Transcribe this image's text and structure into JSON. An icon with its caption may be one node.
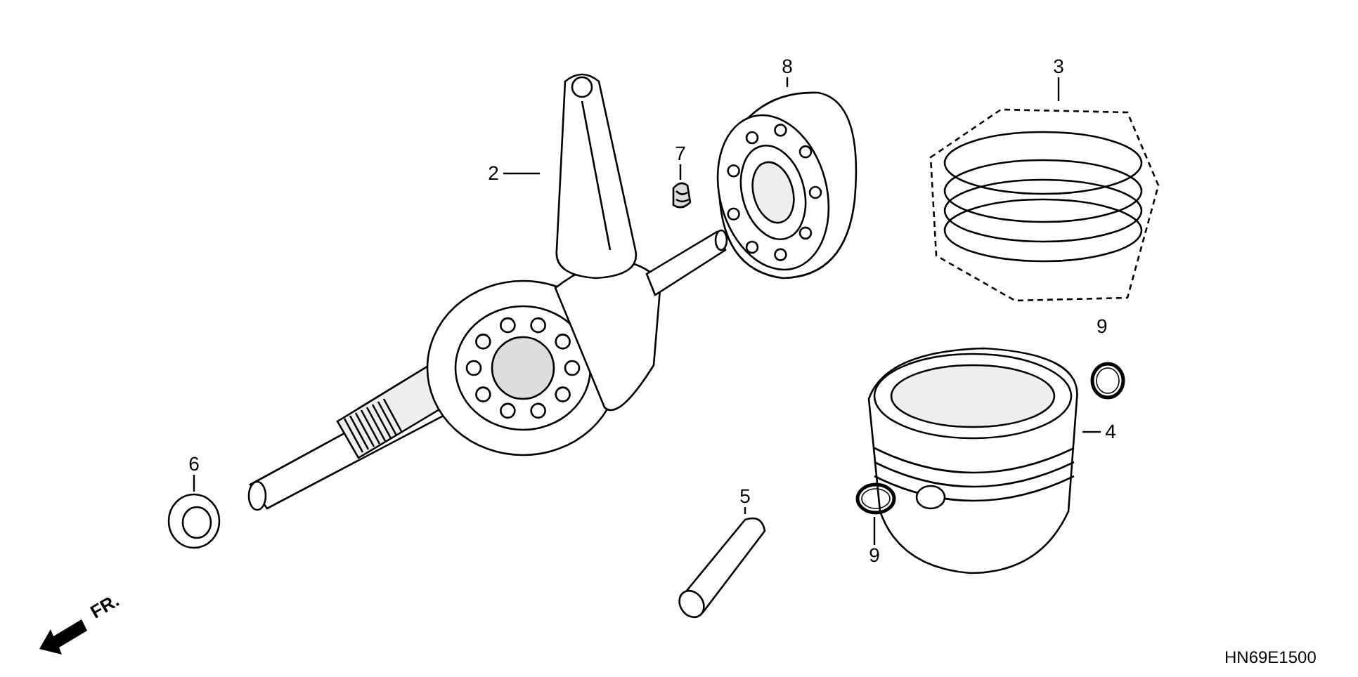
{
  "diagram": {
    "nodes": [
      {
        "text": [
          "8"
        ]
      },
      {
        "text": [],
        "shape": "picture"
      },
      {
        "text": [
          "3"
        ]
      },
      {
        "text": [],
        "shape": "picture"
      },
      {
        "text": [
          "2"
        ]
      },
      {
        "text": [],
        "shape": "picture"
      },
      {
        "text": [
          "7"
        ]
      },
      {
        "text": [],
        "shape": "picture"
      },
      {
        "text": [
          "4"
        ]
      },
      {
        "text": [],
        "shape": "picture"
      },
      {
        "text": [
          "6"
        ]
      },
      {
        "text": [],
        "shape": "picture"
      },
      {
        "text": [
          "5"
        ]
      },
      {
        "text": [],
        "shape": "picture"
      },
      {
        "text": [
          "9"
        ]
      },
      {
        "text": [],
        "shape": "circle"
      },
      {
        "text": [],
        "shape": "circle"
      }
    ],
    "edges": [
      {
        "from": 0,
        "to": 1,
        "arrow": "none"
      },
      {
        "from": 2,
        "to": 3,
        "arrow": "none"
      },
      {
        "from": 4,
        "to": 5,
        "arrow": "none"
      },
      {
        "from": 6,
        "to": 7,
        "arrow": "none"
      },
      {
        "from": 8,
        "to": 9,
        "arrow": "none"
      },
      {
        "from": 10,
        "to": 11,
        "arrow": "none"
      },
      {
        "from": 12,
        "to": 13,
        "arrow": "none"
      },
      {
        "from": 14,
        "to": 15,
        "arrow": "none"
      }
    ],
    "labels": [
      "9",
      "FR.",
      "HN69E1500"
    ]
  }
}
